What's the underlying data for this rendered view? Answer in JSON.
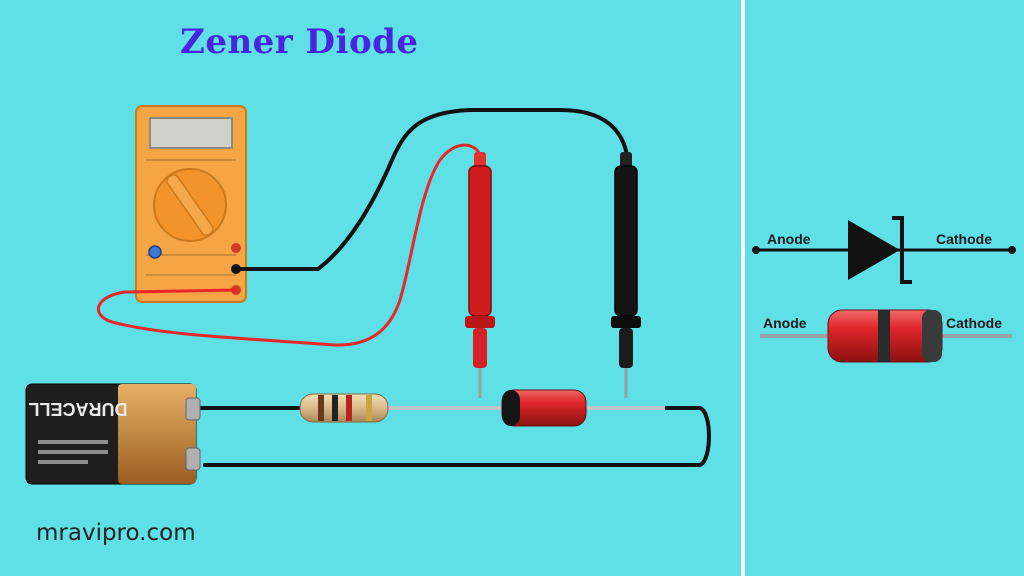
{
  "title": "Zener Diode",
  "watermark": "mravipro.com",
  "battery_brand": "DURACELL",
  "symbol_labels": {
    "anode": "Anode",
    "cathode": "Cathode"
  },
  "package_labels": {
    "anode": "Anode",
    "cathode": "Cathode"
  },
  "colors": {
    "background": "#5fdfe6",
    "title": "#4a25e0",
    "multimeter_body": "#f6a545",
    "probe_red": "#d21b1b",
    "probe_black": "#141414",
    "diode_body": "#e0262b",
    "battery_copper": "#c8853a"
  }
}
